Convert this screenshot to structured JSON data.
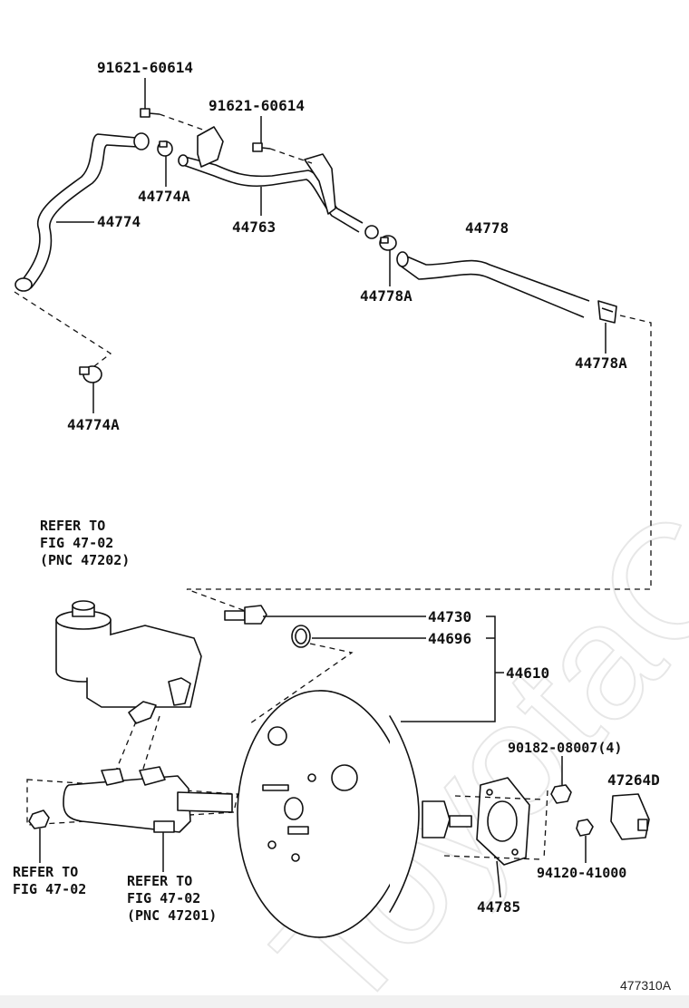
{
  "watermark": "ToyotaC",
  "figure_code": "477310A",
  "labels": {
    "bolt_top_left": "91621-60614",
    "bolt_top_mid": "91621-60614",
    "clip_44774A_top": "44774A",
    "hose_44774": "44774",
    "pipe_44763": "44763",
    "hose_44778": "44778",
    "clip_44778A_mid": "44778A",
    "clip_44778A_right": "44778A",
    "clip_44774A_bottom": "44774A",
    "check_valve": "44730",
    "grommet": "44696",
    "booster": "44610",
    "nut": "90182-08007(4)",
    "bracket": "47264D",
    "nut_small": "94120-41000",
    "gasket": "44785"
  },
  "refer_reservoir": {
    "line1": "REFER TO",
    "line2": "FIG 47-02",
    "line3": "(PNC 47202)"
  },
  "refer_left": {
    "line1": "REFER TO",
    "line2": "FIG 47-02"
  },
  "refer_cylinder": {
    "line1": "REFER TO",
    "line2": "FIG 47-02",
    "line3": "(PNC 47201)"
  }
}
